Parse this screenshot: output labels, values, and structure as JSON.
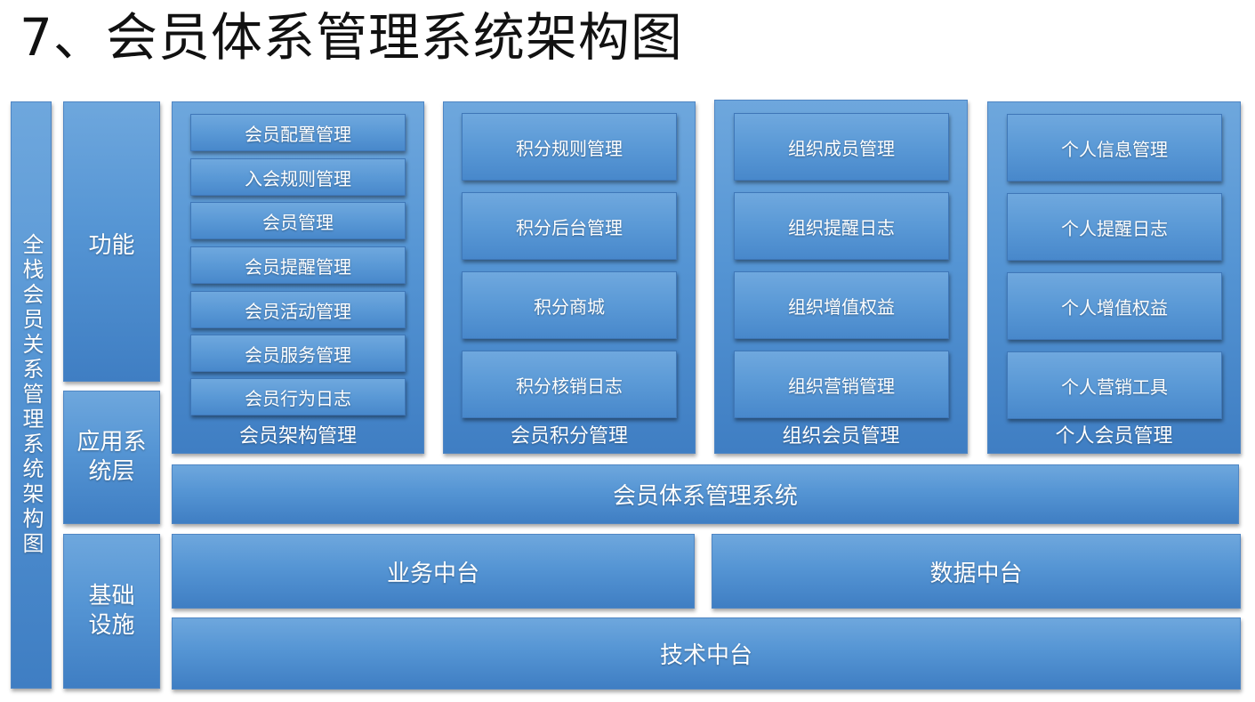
{
  "title": "7、会员体系管理系统架构图",
  "side_label": "全栈会员关系管理系统架构图",
  "layers": {
    "function": "功能",
    "application": "应用系\n统层",
    "infrastructure": "基础\n设施"
  },
  "modules": [
    {
      "title": "会员架构管理",
      "items": [
        "会员配置管理",
        "入会规则管理",
        "会员管理",
        "会员提醒管理",
        "会员活动管理",
        "会员服务管理",
        "会员行为日志"
      ]
    },
    {
      "title": "会员积分管理",
      "items": [
        "积分规则管理",
        "积分后台管理",
        "积分商城",
        "积分核销日志"
      ]
    },
    {
      "title": "组织会员管理",
      "items": [
        "组织成员管理",
        "组织提醒日志",
        "组织增值权益",
        "组织营销管理"
      ]
    },
    {
      "title": "个人会员管理",
      "items": [
        "个人信息管理",
        "个人提醒日志",
        "个人增值权益",
        "个人营销工具"
      ]
    }
  ],
  "system": "会员体系管理系统",
  "platforms": {
    "business": "业务中台",
    "data": "数据中台",
    "tech": "技术中台"
  }
}
